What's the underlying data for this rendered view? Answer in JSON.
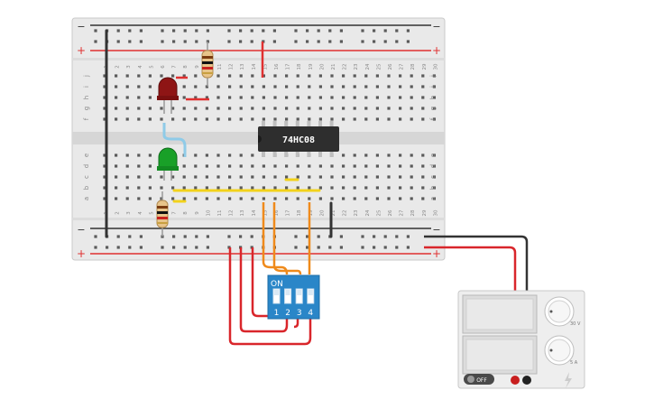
{
  "breadboard": {
    "column_numbers": [
      "1",
      "2",
      "3",
      "4",
      "5",
      "6",
      "7",
      "8",
      "9",
      "10",
      "11",
      "12",
      "13",
      "14",
      "15",
      "16",
      "17",
      "18",
      "19",
      "20",
      "21",
      "22",
      "23",
      "24",
      "25",
      "26",
      "27",
      "28",
      "29",
      "30"
    ],
    "row_letters_top": [
      "j",
      "i",
      "h",
      "g",
      "f"
    ],
    "row_letters_bottom": [
      "e",
      "d",
      "c",
      "b",
      "a"
    ],
    "rail_minus": "−",
    "rail_plus": "+"
  },
  "chip": {
    "label": "74HC08"
  },
  "dip_switch": {
    "on_label": "ON",
    "switch_numbers": [
      "1",
      "2",
      "3",
      "4"
    ]
  },
  "power_supply": {
    "power_button_label": "OFF",
    "voltage_knob_caption": "30 V",
    "current_knob_caption": "5 A"
  },
  "colors": {
    "board": "#e8e8e8",
    "rail_red": "#e03030",
    "rail_black": "#333333",
    "wire_orange": "#ef8a1b",
    "wire_red": "#d9262b",
    "wire_yellow": "#f2d21c",
    "wire_blue": "#8fcbe8",
    "dip_blue": "#2a86c8",
    "led_red": "#8e1515",
    "led_green": "#19a028"
  }
}
